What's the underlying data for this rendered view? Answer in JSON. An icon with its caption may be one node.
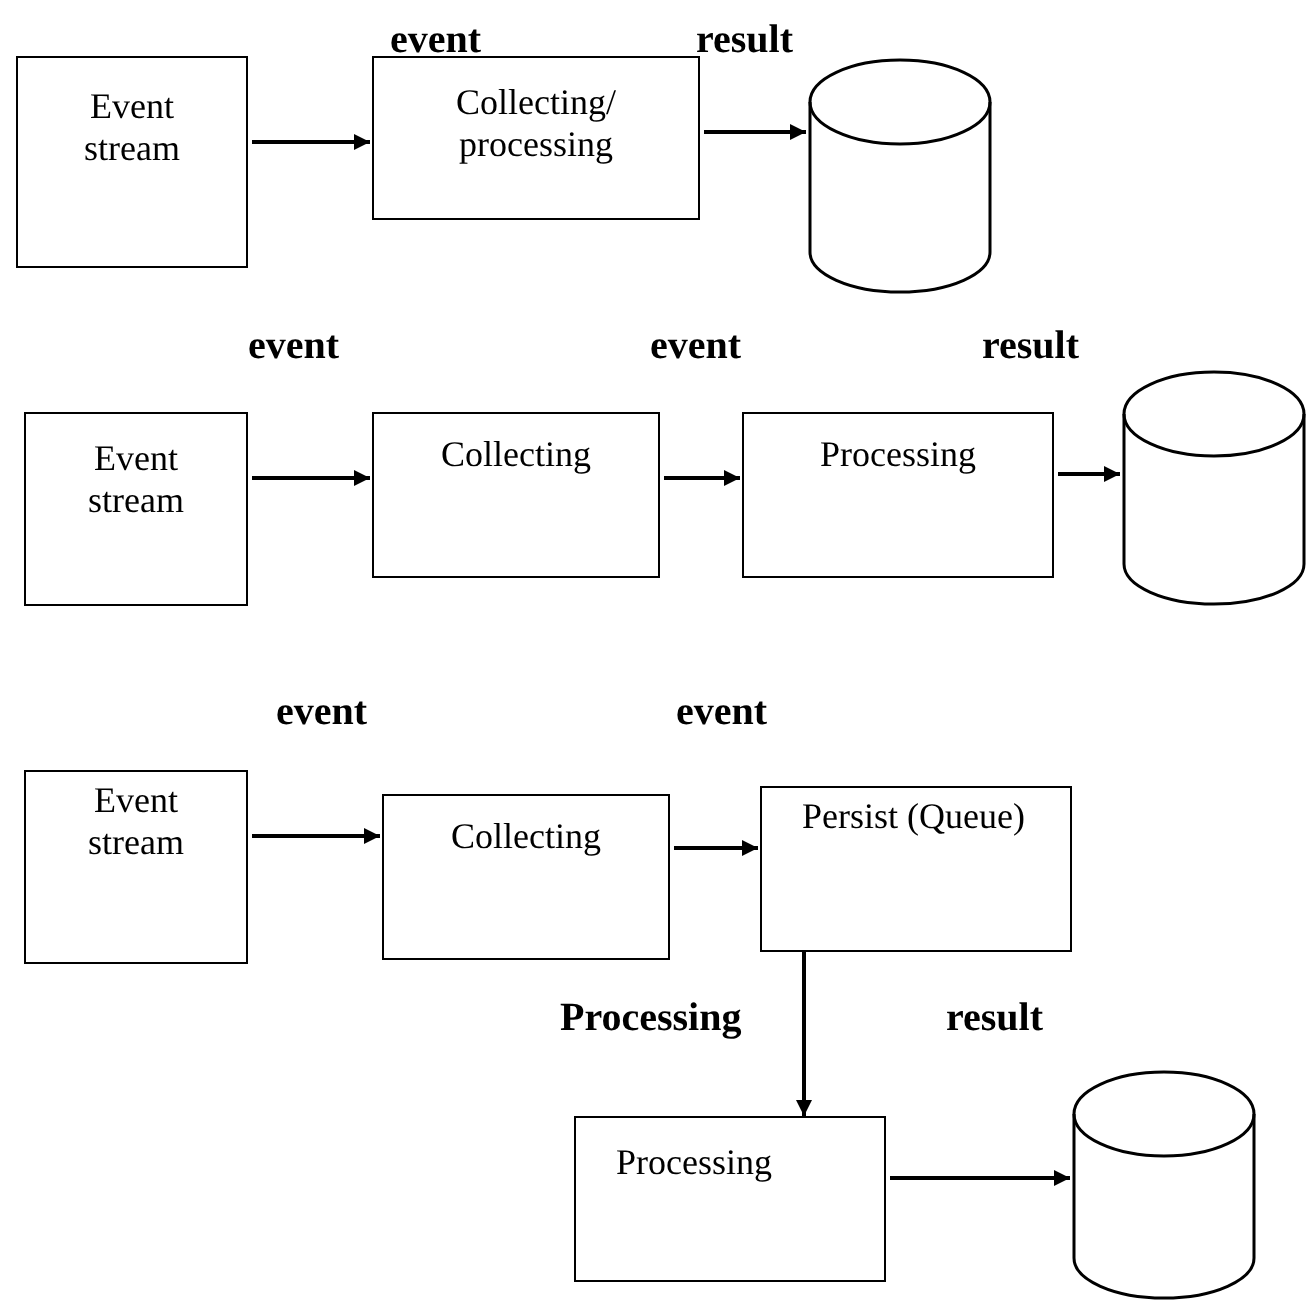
{
  "diagram": {
    "nodes": [
      {
        "text": [
          "Event stream"
        ]
      },
      {
        "text": [
          "Collecting/ processing"
        ]
      },
      {
        "text": [],
        "shape": "cylinder"
      },
      {
        "text": [
          "Event stream"
        ]
      },
      {
        "text": [
          "Collecting"
        ]
      },
      {
        "text": [
          "Processing"
        ]
      },
      {
        "text": [],
        "shape": "cylinder"
      },
      {
        "text": [
          "Event stream"
        ]
      },
      {
        "text": [
          "Collecting"
        ]
      },
      {
        "text": [
          "Persist (Queue)"
        ]
      },
      {
        "text": [
          "Processing"
        ]
      },
      {
        "text": [],
        "shape": "cylinder"
      }
    ],
    "edges": [
      {
        "from": 0,
        "to": 1,
        "arrow": "to"
      },
      {
        "from": 1,
        "to": 2,
        "arrow": "to"
      },
      {
        "from": 3,
        "to": 4,
        "arrow": "to"
      },
      {
        "from": 4,
        "to": 5,
        "arrow": "to"
      },
      {
        "from": 5,
        "to": 6,
        "arrow": "to"
      },
      {
        "from": 7,
        "to": 8,
        "arrow": "to"
      },
      {
        "from": 8,
        "to": 9,
        "arrow": "to"
      },
      {
        "from": 9,
        "to": 10,
        "arrow": "to"
      },
      {
        "from": 10,
        "to": 11,
        "arrow": "to"
      }
    ],
    "labels": [
      "event",
      "result",
      "event",
      "event",
      "result",
      "event",
      "event",
      "Processing",
      "result"
    ]
  }
}
